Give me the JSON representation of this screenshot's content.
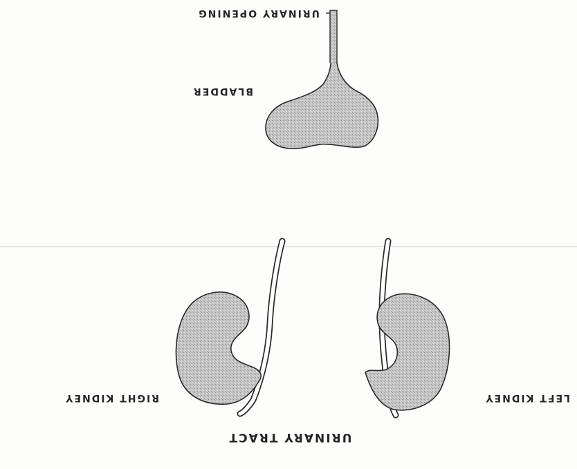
{
  "diagram": {
    "labels": {
      "title": "URINARY TRACT",
      "left_kidney": "LEFT KIDNEY",
      "right_kidney": "RIGHT KIDNEY",
      "bladder": "BLADDER",
      "urinary_opening": "URINARY OPENING"
    },
    "colors": {
      "organ_fill": "#bdbdbd",
      "outline": "#2a2a2a",
      "text": "#262626"
    },
    "orientation": "upside-down"
  }
}
